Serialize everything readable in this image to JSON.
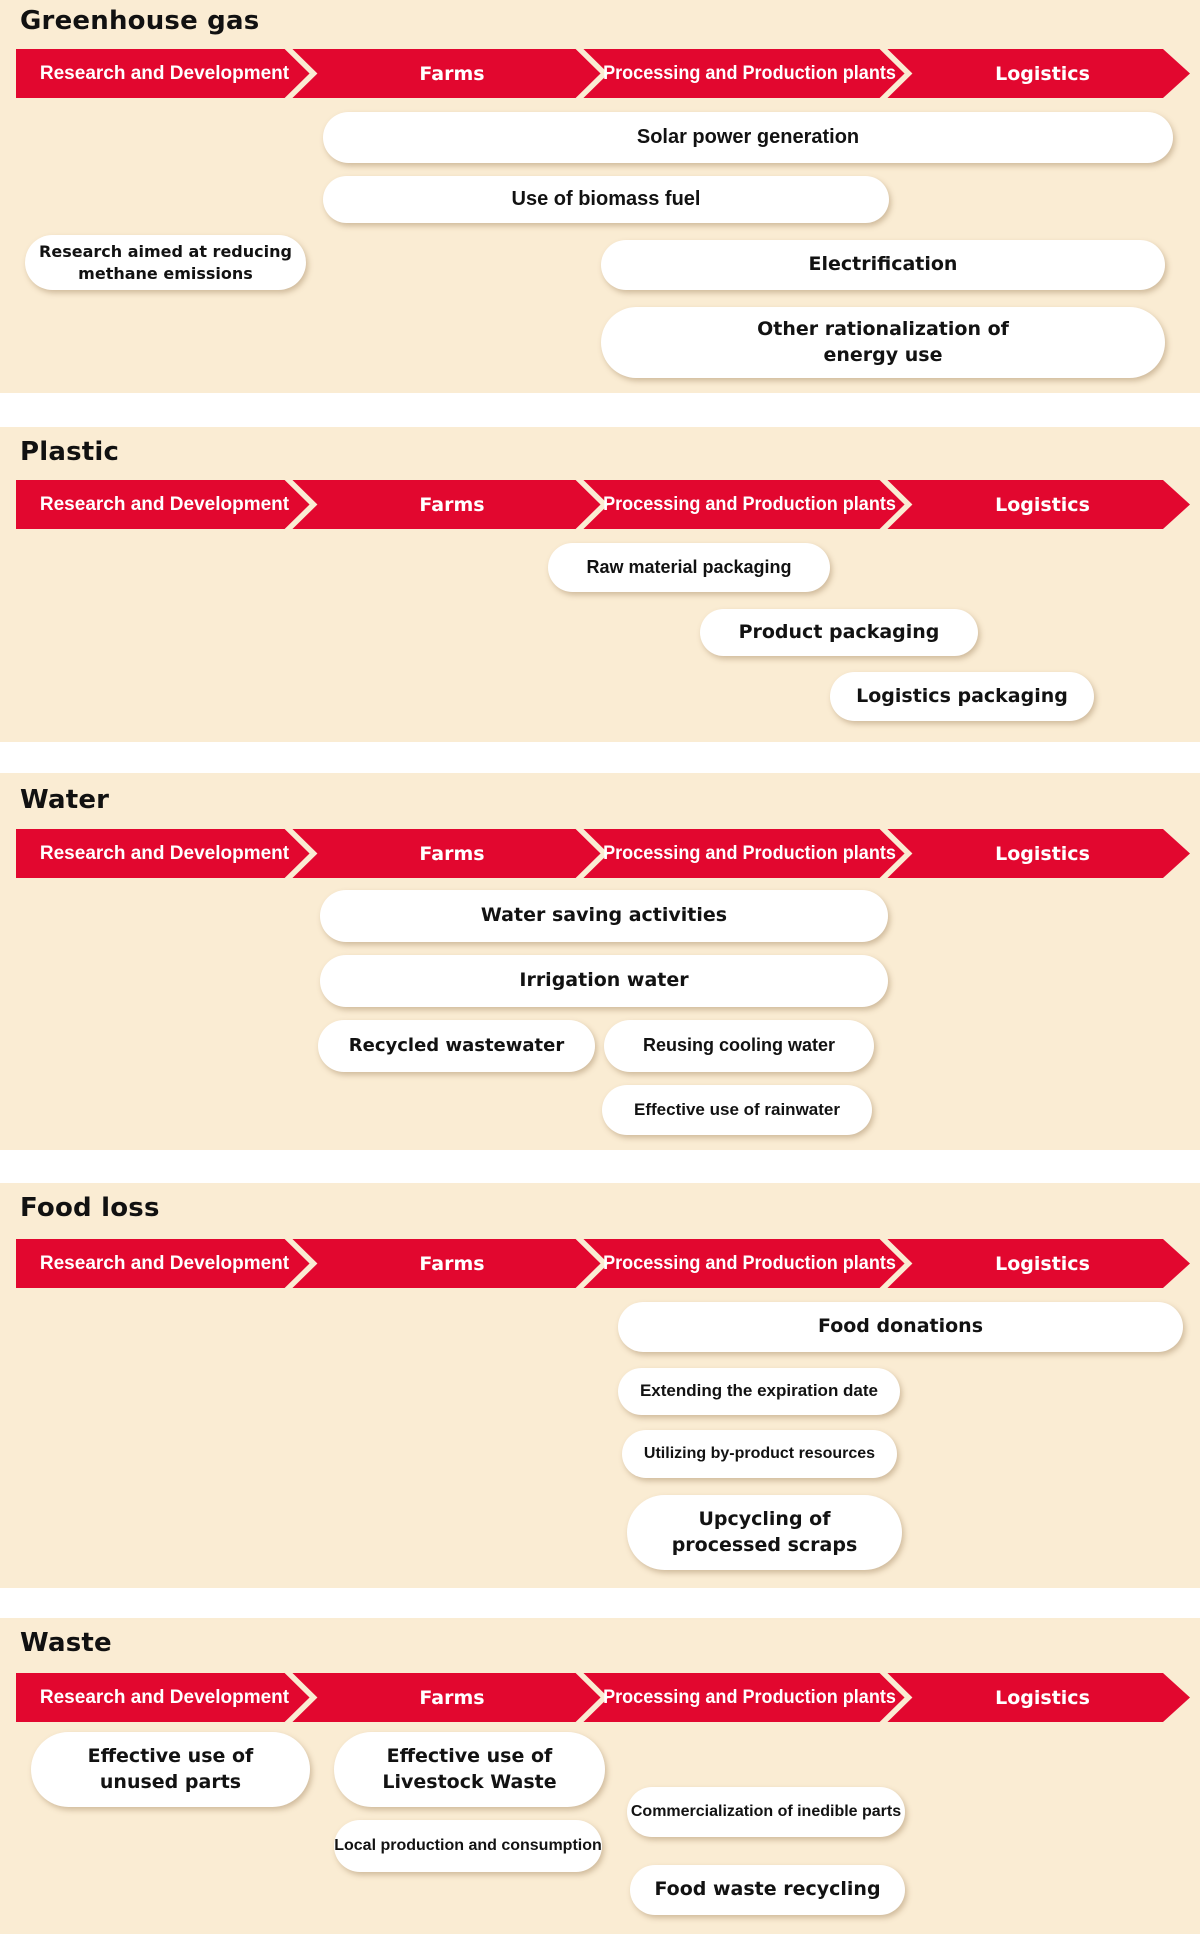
{
  "stages": [
    "Research and Development",
    "Farms",
    "Processing and Production plants",
    "Logistics"
  ],
  "sections": [
    {
      "title": "Greenhouse gas",
      "items": [
        {
          "label": "Solar power generation"
        },
        {
          "label": "Use of biomass fuel"
        },
        {
          "label": "Research aimed at reducing\nmethane emissions"
        },
        {
          "label": "Electrification"
        },
        {
          "label": "Other rationalization of\nenergy use"
        }
      ]
    },
    {
      "title": "Plastic",
      "items": [
        {
          "label": "Raw material packaging"
        },
        {
          "label": "Product packaging"
        },
        {
          "label": "Logistics packaging"
        }
      ]
    },
    {
      "title": "Water",
      "items": [
        {
          "label": "Water saving activities"
        },
        {
          "label": "Irrigation water"
        },
        {
          "label": "Recycled wastewater"
        },
        {
          "label": "Reusing cooling water"
        },
        {
          "label": "Effective use of rainwater"
        }
      ]
    },
    {
      "title": "Food loss",
      "items": [
        {
          "label": "Food donations"
        },
        {
          "label": "Extending the expiration date"
        },
        {
          "label": "Utilizing by-product resources"
        },
        {
          "label": "Upcycling of\nprocessed scraps"
        }
      ]
    },
    {
      "title": "Waste",
      "items": [
        {
          "label": "Effective use of\nunused parts"
        },
        {
          "label": "Effective use of\nLivestock Waste"
        },
        {
          "label": "Local production and consumption"
        },
        {
          "label": "Commercialization of inedible parts"
        },
        {
          "label": "Food waste recycling"
        }
      ]
    }
  ],
  "colors": {
    "accent_red": "#e2072f",
    "section_bg": "#faecd3",
    "pill_bg": "#ffffff",
    "stage_text": "#ffffff",
    "text": "#111111"
  }
}
